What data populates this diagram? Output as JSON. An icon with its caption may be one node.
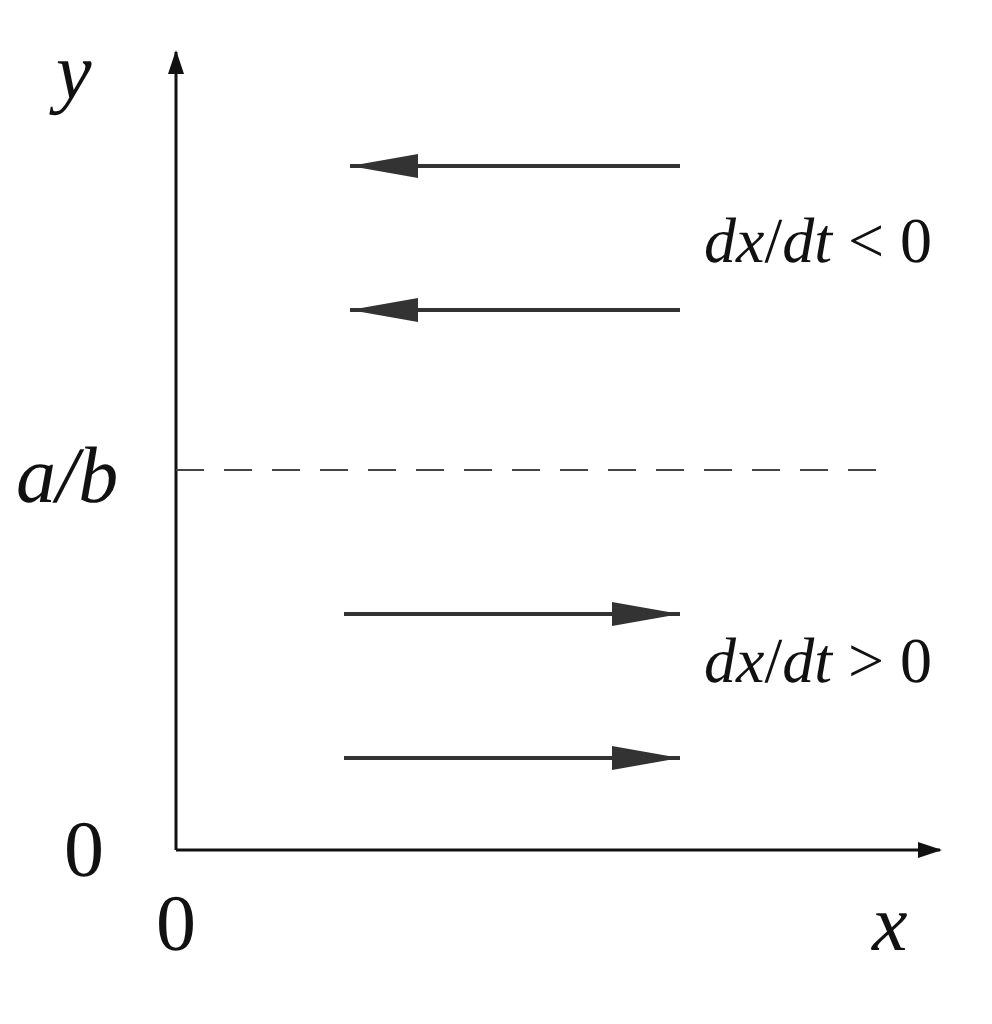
{
  "diagram": {
    "labels": [
      "y",
      "*dx*/*dt* < 0",
      "a/b",
      "*dx*/*dt* > 0",
      "0",
      "0",
      "x"
    ]
  }
}
